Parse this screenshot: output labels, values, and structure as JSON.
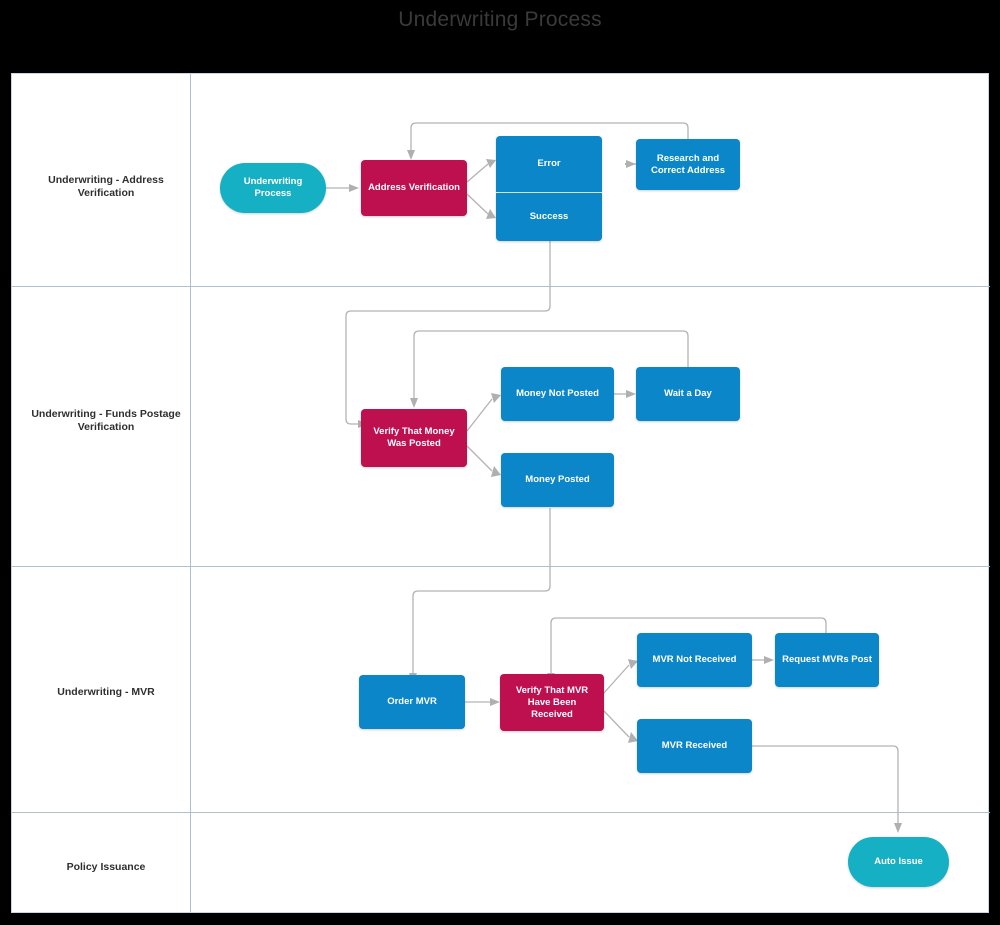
{
  "title": "Underwriting Process",
  "colors": {
    "background": "#000000",
    "canvas": "#ffffff",
    "lane_divider": "#aebfcf",
    "blue": "#0b86c8",
    "crimson": "#be0f4f",
    "teal": "#16b0c4",
    "connector": "#b3b3b3",
    "title_text": "#3a3a3a"
  },
  "lanes": [
    {
      "id": "address-verification",
      "label": "Underwriting - Address Verification"
    },
    {
      "id": "funds-postage-verification",
      "label": "Underwriting - Funds Postage Verification"
    },
    {
      "id": "mvr",
      "label": "Underwriting - MVR"
    },
    {
      "id": "policy-issuance",
      "label": "Policy Issuance"
    }
  ],
  "nodes": {
    "start": "Underwriting Process",
    "address_verification": "Address Verification",
    "error": "Error",
    "success": "Success",
    "research_correct_address": "Research and Correct Address",
    "verify_money_posted": "Verify That Money Was Posted",
    "money_not_posted": "Money Not Posted",
    "wait_a_day": "Wait a Day",
    "money_posted": "Money Posted",
    "order_mvr": "Order MVR",
    "verify_mvr_received": "Verify That MVR Have Been Received",
    "mvr_not_received": "MVR Not Received",
    "request_mvrs_post": "Request MVRs Post",
    "mvr_received": "MVR Received",
    "auto_issue": "Auto Issue"
  },
  "chart_data": {
    "type": "diagram",
    "title": "Underwriting Process",
    "diagram_kind": "swimlane-flowchart",
    "lanes": [
      "Underwriting - Address Verification",
      "Underwriting - Funds Postage Verification",
      "Underwriting - MVR",
      "Policy Issuance"
    ],
    "nodes": [
      {
        "id": "start",
        "label": "Underwriting Process",
        "shape": "rounded-terminal",
        "color": "#16b0c4",
        "lane": "Underwriting - Address Verification"
      },
      {
        "id": "address_verification",
        "label": "Address Verification",
        "shape": "rect",
        "color": "#be0f4f",
        "lane": "Underwriting - Address Verification"
      },
      {
        "id": "error",
        "label": "Error",
        "shape": "rect",
        "color": "#0b86c8",
        "lane": "Underwriting - Address Verification"
      },
      {
        "id": "success",
        "label": "Success",
        "shape": "rect",
        "color": "#0b86c8",
        "lane": "Underwriting - Address Verification"
      },
      {
        "id": "research_correct_address",
        "label": "Research and Correct Address",
        "shape": "rect",
        "color": "#0b86c8",
        "lane": "Underwriting - Address Verification"
      },
      {
        "id": "verify_money_posted",
        "label": "Verify That Money Was Posted",
        "shape": "rect",
        "color": "#be0f4f",
        "lane": "Underwriting - Funds Postage Verification"
      },
      {
        "id": "money_not_posted",
        "label": "Money Not Posted",
        "shape": "rect",
        "color": "#0b86c8",
        "lane": "Underwriting - Funds Postage Verification"
      },
      {
        "id": "wait_a_day",
        "label": "Wait a Day",
        "shape": "rect",
        "color": "#0b86c8",
        "lane": "Underwriting - Funds Postage Verification"
      },
      {
        "id": "money_posted",
        "label": "Money Posted",
        "shape": "rect",
        "color": "#0b86c8",
        "lane": "Underwriting - Funds Postage Verification"
      },
      {
        "id": "order_mvr",
        "label": "Order MVR",
        "shape": "rect",
        "color": "#0b86c8",
        "lane": "Underwriting - MVR"
      },
      {
        "id": "verify_mvr_received",
        "label": "Verify That MVR Have Been Received",
        "shape": "rect",
        "color": "#be0f4f",
        "lane": "Underwriting - MVR"
      },
      {
        "id": "mvr_not_received",
        "label": "MVR Not Received",
        "shape": "rect",
        "color": "#0b86c8",
        "lane": "Underwriting - MVR"
      },
      {
        "id": "request_mvrs_post",
        "label": "Request MVRs Post",
        "shape": "rect",
        "color": "#0b86c8",
        "lane": "Underwriting - MVR"
      },
      {
        "id": "mvr_received",
        "label": "MVR Received",
        "shape": "rect",
        "color": "#0b86c8",
        "lane": "Underwriting - MVR"
      },
      {
        "id": "auto_issue",
        "label": "Auto Issue",
        "shape": "rounded-terminal",
        "color": "#16b0c4",
        "lane": "Policy Issuance"
      }
    ],
    "edges": [
      {
        "from": "start",
        "to": "address_verification"
      },
      {
        "from": "address_verification",
        "to": "error"
      },
      {
        "from": "address_verification",
        "to": "success"
      },
      {
        "from": "error",
        "to": "research_correct_address"
      },
      {
        "from": "research_correct_address",
        "to": "address_verification",
        "kind": "loop-back"
      },
      {
        "from": "success",
        "to": "verify_money_posted"
      },
      {
        "from": "verify_money_posted",
        "to": "money_not_posted"
      },
      {
        "from": "verify_money_posted",
        "to": "money_posted"
      },
      {
        "from": "money_not_posted",
        "to": "wait_a_day"
      },
      {
        "from": "wait_a_day",
        "to": "verify_money_posted",
        "kind": "loop-back"
      },
      {
        "from": "money_posted",
        "to": "order_mvr"
      },
      {
        "from": "order_mvr",
        "to": "verify_mvr_received"
      },
      {
        "from": "verify_mvr_received",
        "to": "mvr_not_received"
      },
      {
        "from": "verify_mvr_received",
        "to": "mvr_received"
      },
      {
        "from": "mvr_not_received",
        "to": "request_mvrs_post"
      },
      {
        "from": "request_mvrs_post",
        "to": "verify_mvr_received",
        "kind": "loop-back"
      },
      {
        "from": "mvr_received",
        "to": "auto_issue"
      }
    ]
  }
}
